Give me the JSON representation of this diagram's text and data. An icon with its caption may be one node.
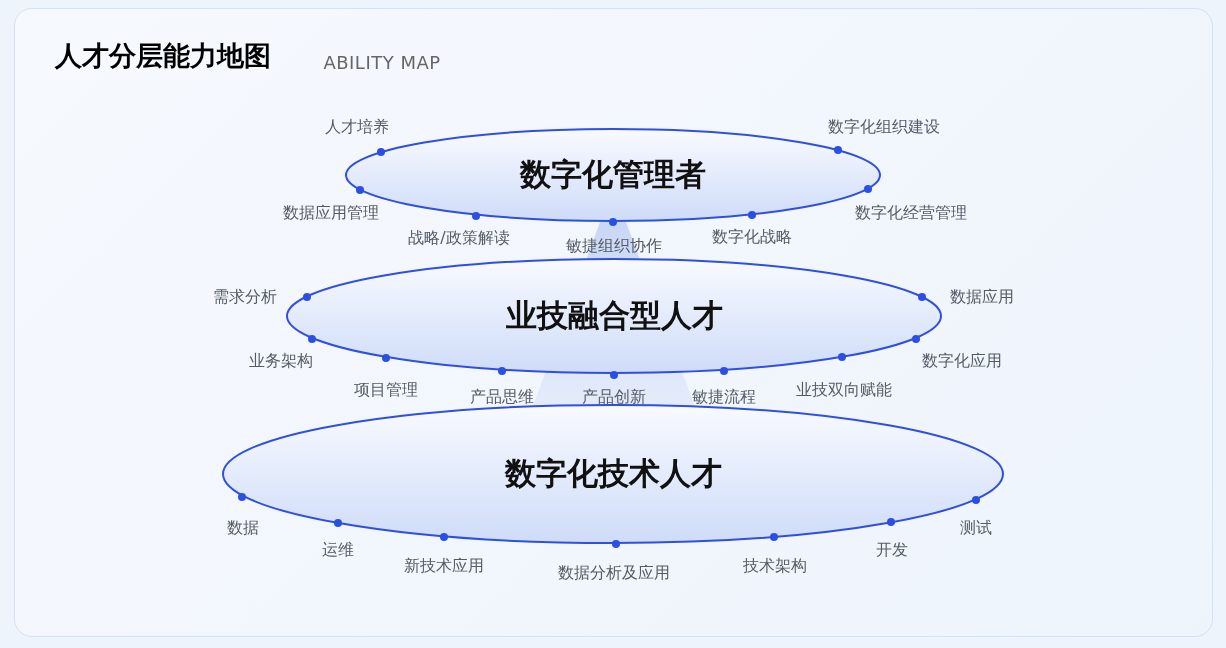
{
  "diagram": {
    "title": "人才分层能力地图",
    "nodes": [
      {
        "text": [
          "数字化管理者"
        ]
      },
      {
        "text": [
          "业技融合型人才"
        ]
      },
      {
        "text": [
          "数字化技术人才"
        ]
      }
    ],
    "edges": [],
    "labels": [
      "ABILITY MAP",
      "人才培养",
      "数字化组织建设",
      "数据应用管理",
      "战略/政策解读",
      "敏捷组织协作",
      "数字化战略",
      "数字化经营管理",
      "需求分析",
      "数据应用",
      "业务架构",
      "项目管理",
      "产品思维",
      "产品创新",
      "敏捷流程",
      "业技双向赋能",
      "数字化应用",
      "数据",
      "运维",
      "新技术应用",
      "数据分析及应用",
      "技术架构",
      "开发",
      "测试"
    ]
  }
}
